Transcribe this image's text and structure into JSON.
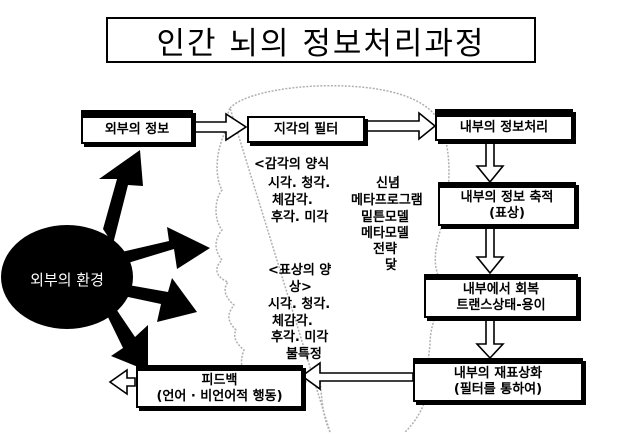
{
  "title": "인간 뇌의 정보처리과정",
  "environment": "외부의 환경",
  "boxes": {
    "external_info": "외부의 정보",
    "perceptual_filter": "지각의 필터",
    "internal_processing": "내부의 정보처리",
    "internal_storage_1": "내부의 정보 축적",
    "internal_storage_2": "(표상)",
    "internal_recovery_1": "내부에서 회복",
    "internal_recovery_2": "트랜스상태-용이",
    "re_representation_1": "내부의 재표상화",
    "re_representation_2": "(필터를 통하여)",
    "feedback_1": "피드백",
    "feedback_2": "(언어 · 비언어적 행동)"
  },
  "sensory_mode": {
    "heading": "<감각의 양식",
    "line1": "시각. 청각.",
    "line2": "체감각.",
    "line3": "후각. 미각"
  },
  "representation_mode": {
    "heading": "<표상의 양",
    "heading2": "상>",
    "line1": "시각. 청각.",
    "line2": "체감각.",
    "line3": "후각. 미각",
    "line4": "불특정"
  },
  "beliefs": {
    "line1": "신념",
    "line2": "메타프로그램",
    "line3": "밑튼모델",
    "line4": "메타모델",
    "line5": "전략",
    "line6": "닻"
  },
  "colors": {
    "ink": "#000000",
    "paper": "#ffffff"
  }
}
